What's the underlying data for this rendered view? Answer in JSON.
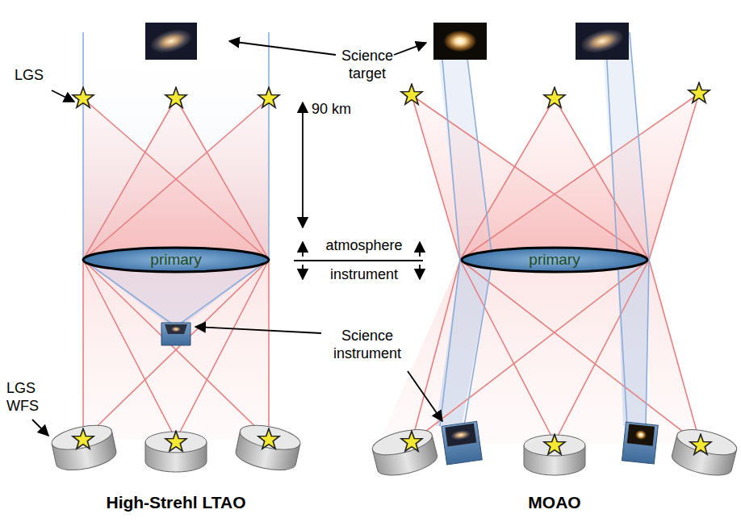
{
  "diagram": {
    "nodes": [
      {
        "text": [
          "primary"
        ]
      },
      {
        "text": [
          "primary"
        ]
      }
    ],
    "labels": [
      "Science target",
      "LGS",
      "90 km",
      "atmosphere",
      "instrument",
      "Science instrument",
      "LGS WFS",
      "High-Strehl LTAO",
      "MOAO"
    ]
  }
}
